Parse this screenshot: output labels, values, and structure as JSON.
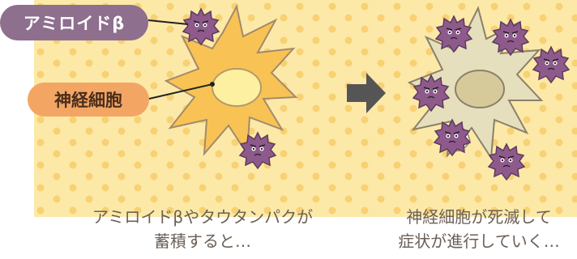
{
  "labels": {
    "amyloid": "アミロイドβ",
    "neuron": "神経細胞"
  },
  "captions": {
    "left_line1": "アミロイドβやタウタンパクが",
    "left_line2": "蓄積すると…",
    "right_line1": "神経細胞が死滅して",
    "right_line2": "症状が進行していく…"
  },
  "colors": {
    "background": "#fce9a8",
    "dot": "#f7d173",
    "healthy_cell": "#f8c354",
    "healthy_nucleus": "#fdf0a0",
    "dead_cell": "#e6dfbd",
    "dead_nucleus": "#d6ca9a",
    "amyloid": "#8e5a8c",
    "arrow": "#555555",
    "label_amyloid_bg": "#8e6f8e",
    "label_neuron_bg": "#f3a664"
  }
}
